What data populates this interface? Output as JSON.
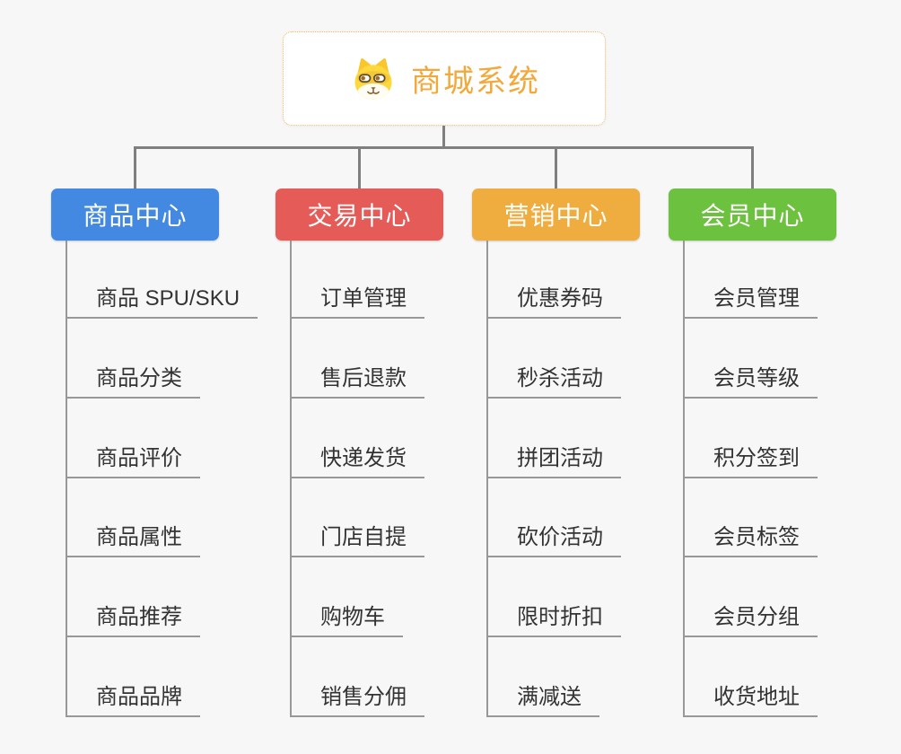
{
  "root": {
    "title": "商城系统",
    "icon": "dog-face-icon"
  },
  "branches": [
    {
      "label": "商品中心",
      "color": "#4389e2",
      "children": [
        "商品 SPU/SKU",
        "商品分类",
        "商品评价",
        "商品属性",
        "商品推荐",
        "商品品牌"
      ]
    },
    {
      "label": "交易中心",
      "color": "#e55b57",
      "children": [
        "订单管理",
        "售后退款",
        "快递发货",
        "门店自提",
        "购物车",
        "销售分佣"
      ]
    },
    {
      "label": "营销中心",
      "color": "#efad3f",
      "children": [
        "优惠券码",
        "秒杀活动",
        "拼团活动",
        "砍价活动",
        "限时折扣",
        "满减送"
      ]
    },
    {
      "label": "会员中心",
      "color": "#6cc13f",
      "children": [
        "会员管理",
        "会员等级",
        "积分签到",
        "会员标签",
        "会员分组",
        "收货地址"
      ]
    }
  ],
  "colors": {
    "background": "#f7f7f7",
    "connector": "#7f7f7f",
    "leaf_line": "#989898",
    "leaf_text": "#333333",
    "root_title": "#f1a93c",
    "root_border": "#f0b566"
  }
}
